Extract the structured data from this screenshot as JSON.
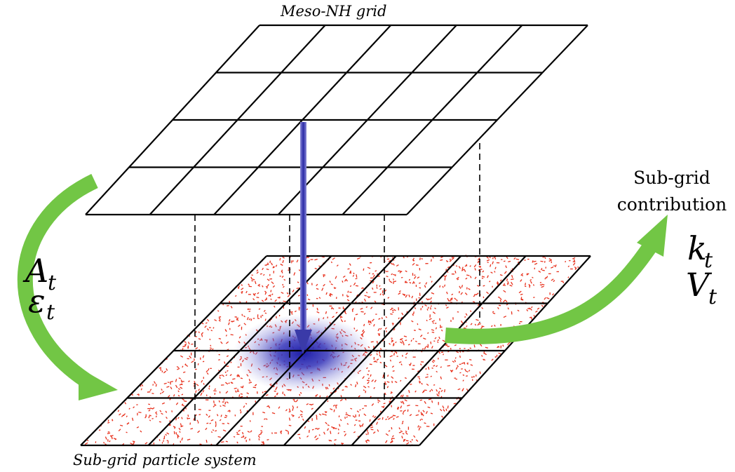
{
  "labels": {
    "top_grid": "Meso-NH grid",
    "bottom_grid": "Sub-grid particle system",
    "contribution_line1": "Sub-grid",
    "contribution_line2": "contribution"
  },
  "math": {
    "left_var1_base": "A",
    "left_var1_sub": "t",
    "left_var2_base": "ε",
    "left_var2_sub": "t",
    "right_var1_base": "k",
    "right_var1_sub": "t",
    "right_var2_base": "V",
    "right_var2_sub": "t"
  },
  "colors": {
    "grid_line": "#000000",
    "particles": "#e8321e",
    "green_arrow": "#72c645",
    "blue_arrow": "#3a3aa8",
    "blue_glow": "#2b2bb0"
  },
  "grid": {
    "rows": 4,
    "cols": 5
  }
}
